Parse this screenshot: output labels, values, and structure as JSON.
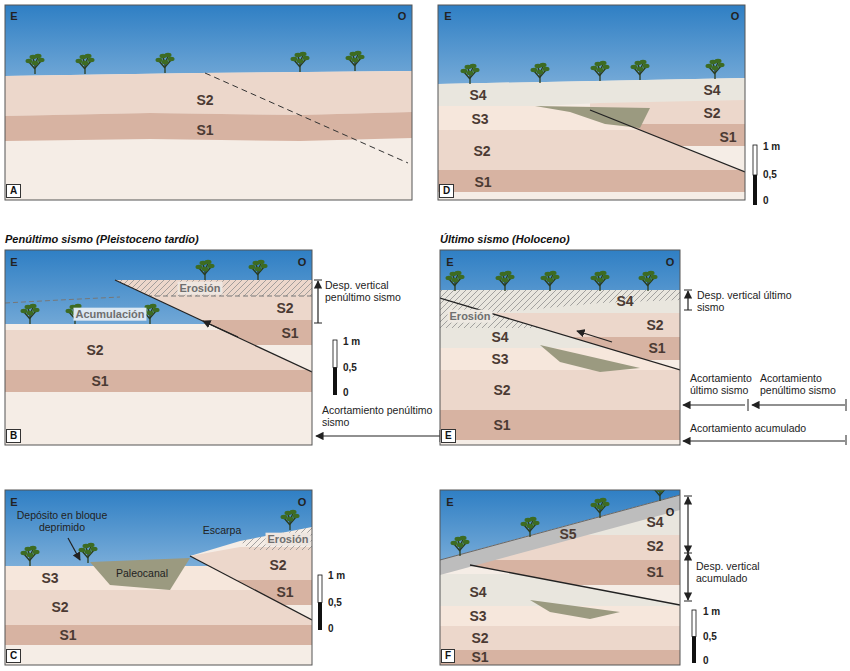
{
  "diagram": {
    "labels": [
      "E",
      "O",
      "S2",
      "S1",
      "A",
      "E",
      "O",
      "S4",
      "S4",
      "S2",
      "S3",
      "S1",
      "S2",
      "S1",
      "1 m",
      "0,5",
      "0",
      "D",
      "Penúltimo sismo (Pleistoceno tardío)",
      "E",
      "O",
      "Erosión",
      "S2",
      "Desp. vertical penúltimo sismo",
      "Acumulación",
      "S1",
      "1 m",
      "0,5",
      "0",
      "S2",
      "S1",
      "Acortamiento penúltimo sismo",
      "B",
      "Último sismo (Holoceno)",
      "E",
      "O",
      "Erosión",
      "S4",
      "Desp. vertical último sismo",
      "S4",
      "S2",
      "S1",
      "S3",
      "Acortamiento último sismo",
      "Acortamiento penúltimo sismo",
      "S2",
      "S1",
      "Acortamiento acumulado",
      "E",
      "E",
      "O",
      "Depósito en bloque deprimido",
      "Escarpa",
      "Erosión",
      "S3",
      "Paleocanal",
      "S2",
      "S1",
      "S2",
      "S1",
      "1 m",
      "0,5",
      "0",
      "C",
      "E",
      "O",
      "S5",
      "S4",
      "S2",
      "S1",
      "S4",
      "S3",
      "Desp. vertical acumulado",
      "S2",
      "S1",
      "1 m",
      "0,5",
      "0",
      "F"
    ]
  }
}
